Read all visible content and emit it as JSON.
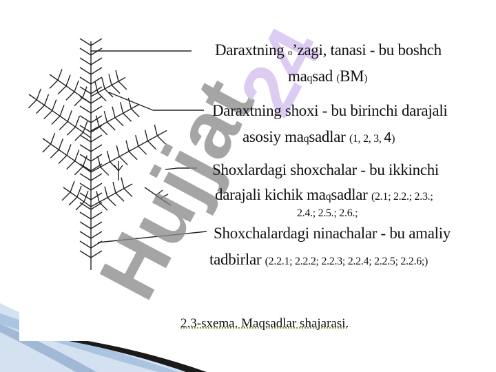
{
  "slide": {
    "descriptions": [
      {
        "id": "trunk",
        "line1_parts": [
          "Daraxtning ",
          "o",
          "’",
          "zagi, tanasi - bu boshch"
        ],
        "line2_parts": [
          "ma",
          "q",
          "sad ",
          "(",
          "BM",
          ")"
        ]
      },
      {
        "id": "branch",
        "line1": "Daraxtning shoxi - bu birinchi darajali",
        "line2_parts": [
          "asosiy ma",
          "q",
          "sadlar ",
          "(1, 2, 3,  ",
          "4",
          ")"
        ]
      },
      {
        "id": "twig",
        "line1": "Shoxlardagi shoxchalar - bu ikkinchi",
        "line2_parts": [
          "darajali kichik ma",
          "q",
          "sadlar ",
          "(2.1; 2.2.; 2.3.;"
        ],
        "line3": "2.4.; 2.5.; 2.6.;"
      },
      {
        "id": "needle",
        "line1": "Shoxchalardagi ninachalar - bu amaliy",
        "line2_parts": [
          "tadbirlar ",
          "(2.2.1; 2.2.2; 2.2.3; 2.2.4; 2.2.5; 2.2.6;)"
        ]
      }
    ],
    "caption": "2.3-sxema. Maqsadlar shajarasi.",
    "watermark": "Hujjat",
    "watermark_accent": "24",
    "colors": {
      "line": "#222222",
      "watermark_gray": "#8c8c8c",
      "watermark_purple": "#d6c3f0",
      "caption_underline": "#7a9a3a",
      "corner_dark": "#1a1a1a",
      "corner_blue": "#b8cfe6"
    }
  }
}
